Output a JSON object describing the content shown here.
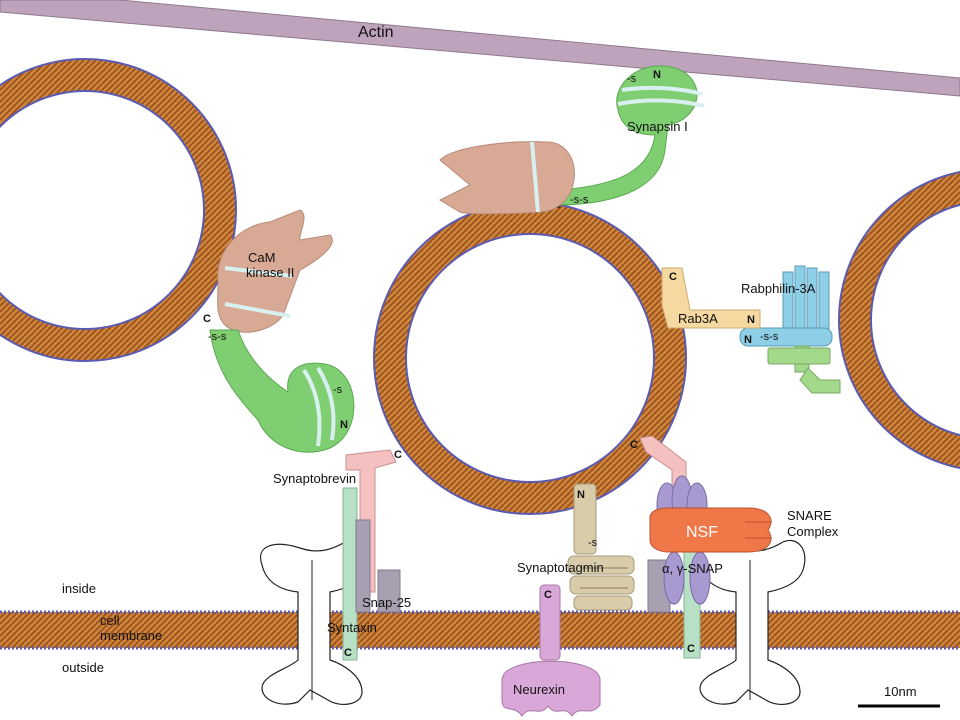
{
  "labels": {
    "actin": "Actin",
    "synapsin": "Synapsin I",
    "cam_kinase_line1": "CaM",
    "cam_kinase_line2": "kinase II",
    "rabphilin": "Rabphilin-3A",
    "rab3a": "Rab3A",
    "synaptobrevin": "Synaptobrevin",
    "snare_line1": "SNARE",
    "snare_line2": "Complex",
    "nsf": "NSF",
    "alpha_gamma_snap": "α, γ-SNAP",
    "synaptotagmin": "Synaptotagmin",
    "snap25": "Snap-25",
    "syntaxin": "Syntaxin",
    "neurexin": "Neurexin",
    "inside": "inside",
    "cell_membrane_line1": "cell",
    "cell_membrane_line2": "membrane",
    "outside": "outside",
    "scale_bar": "10nm"
  },
  "terminals": {
    "n": "N",
    "c": "C",
    "s": "-s",
    "ss": "-s-s"
  },
  "colors": {
    "actin": "#bda3bb",
    "membrane": "#b8692c",
    "membrane_edge": "#5a5ab0",
    "synapsin": "#7fcf72",
    "kinase": "#d8a995",
    "rab3a": "#f6d9a0",
    "rabphilin": "#8ccfe6",
    "rabphilin_base": "#a3d98a",
    "synaptobrevin_pink": "#f5c0c0",
    "syntaxin_green": "#b8e0c4",
    "snap25": "#a8a0b0",
    "synaptotagmin": "#d9ccaa",
    "nsf": "#f07848",
    "snap_purple": "#a89ad0",
    "neurexin": "#d9a8d8"
  }
}
